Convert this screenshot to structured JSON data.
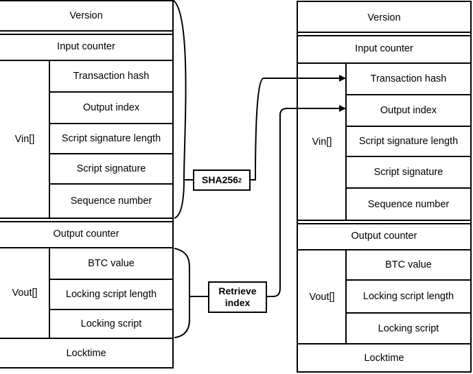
{
  "left_tx": {
    "version": "Version",
    "input_counter": "Input counter",
    "vin_label": "Vin[]",
    "vin_fields": [
      "Transaction hash",
      "Output index",
      "Script signature length",
      "Script signature",
      "Sequence number"
    ],
    "output_counter": "Output counter",
    "vout_label": "Vout[]",
    "vout_fields": [
      "BTC value",
      "Locking script length",
      "Locking script"
    ],
    "locktime": "Locktime"
  },
  "right_tx": {
    "version": "Version",
    "input_counter": "Input counter",
    "vin_label": "Vin[]",
    "vin_fields": [
      "Transaction hash",
      "Output index",
      "Script signature length",
      "Script signature",
      "Sequence number"
    ],
    "output_counter": "Output counter",
    "vout_label": "Vout[]",
    "vout_fields": [
      "BTC value",
      "Locking script length",
      "Locking script"
    ],
    "locktime": "Locktime"
  },
  "operations": {
    "hash": {
      "label": "SHA256",
      "superscript": "2"
    },
    "retrieve": {
      "line1": "Retrieve",
      "line2": "index"
    }
  }
}
